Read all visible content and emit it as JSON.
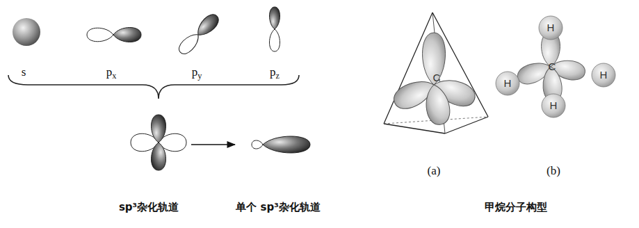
{
  "diagram": {
    "labels": [
      "s",
      "px",
      "py",
      "pz",
      "sp³杂化轨道",
      "单个 sp³杂化轨道",
      "C",
      "(a)",
      "H",
      "C",
      "H",
      "H",
      "H",
      "(b)",
      "甲烷分子构型"
    ]
  }
}
